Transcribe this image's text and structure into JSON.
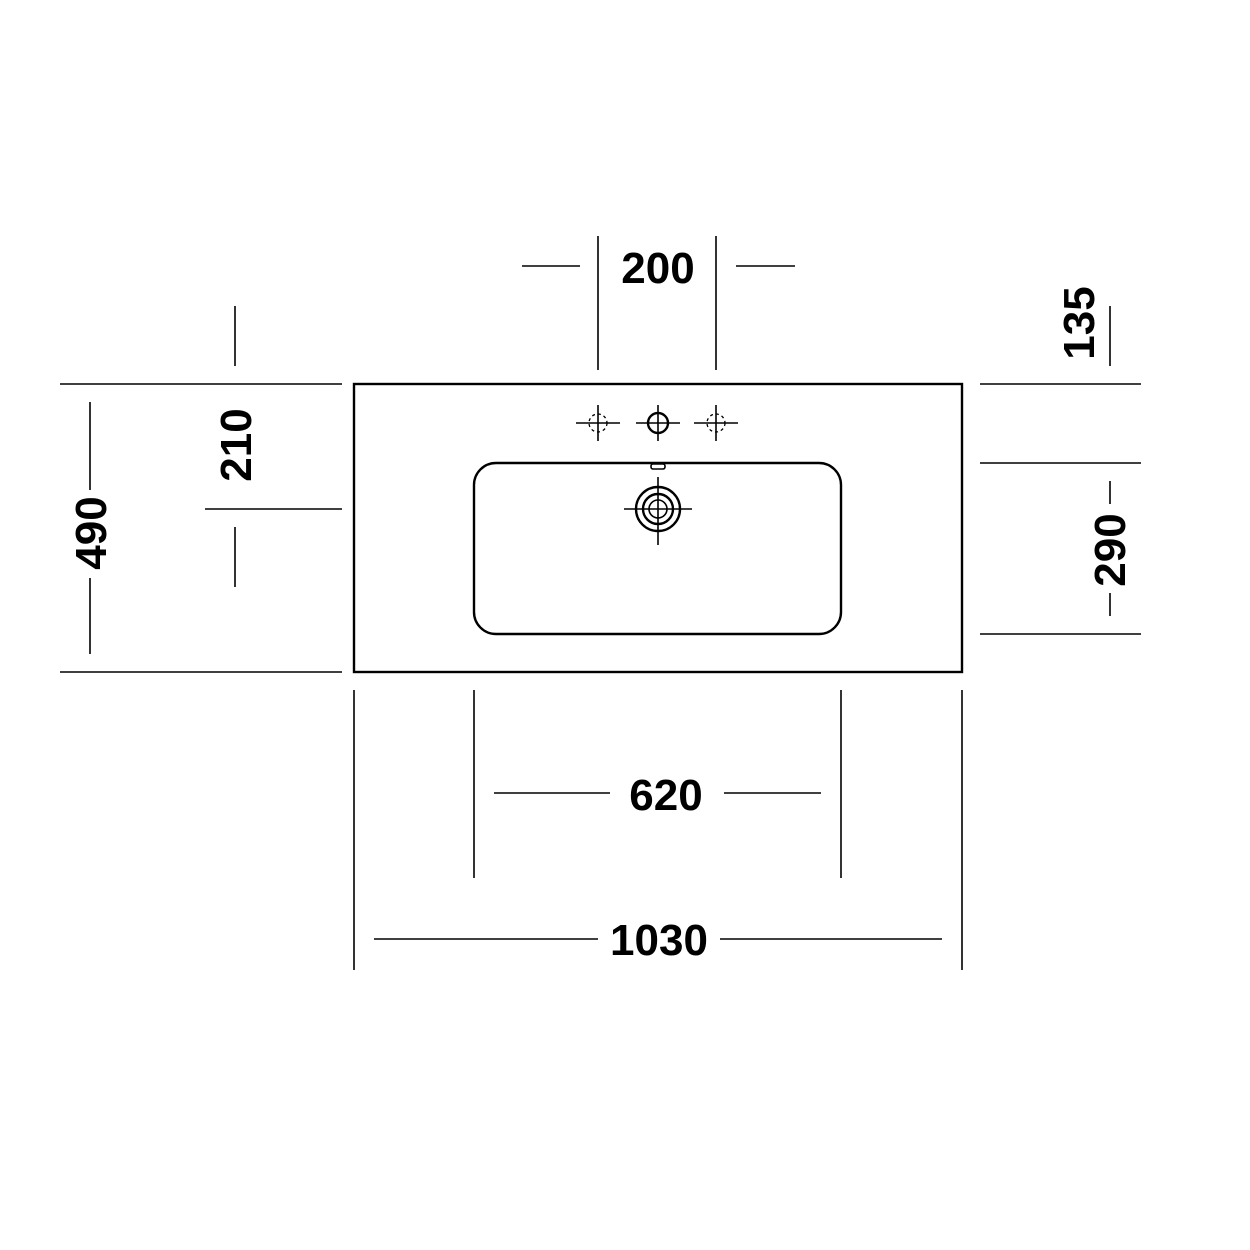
{
  "drawing": {
    "dimensions": {
      "faucet_spacing": "200",
      "rear_to_basin": "135",
      "rear_to_drain": "210",
      "total_depth": "490",
      "basin_depth": "290",
      "basin_width": "620",
      "total_width": "1030"
    },
    "colors": {
      "line": "#000000",
      "background": "#ffffff"
    }
  }
}
